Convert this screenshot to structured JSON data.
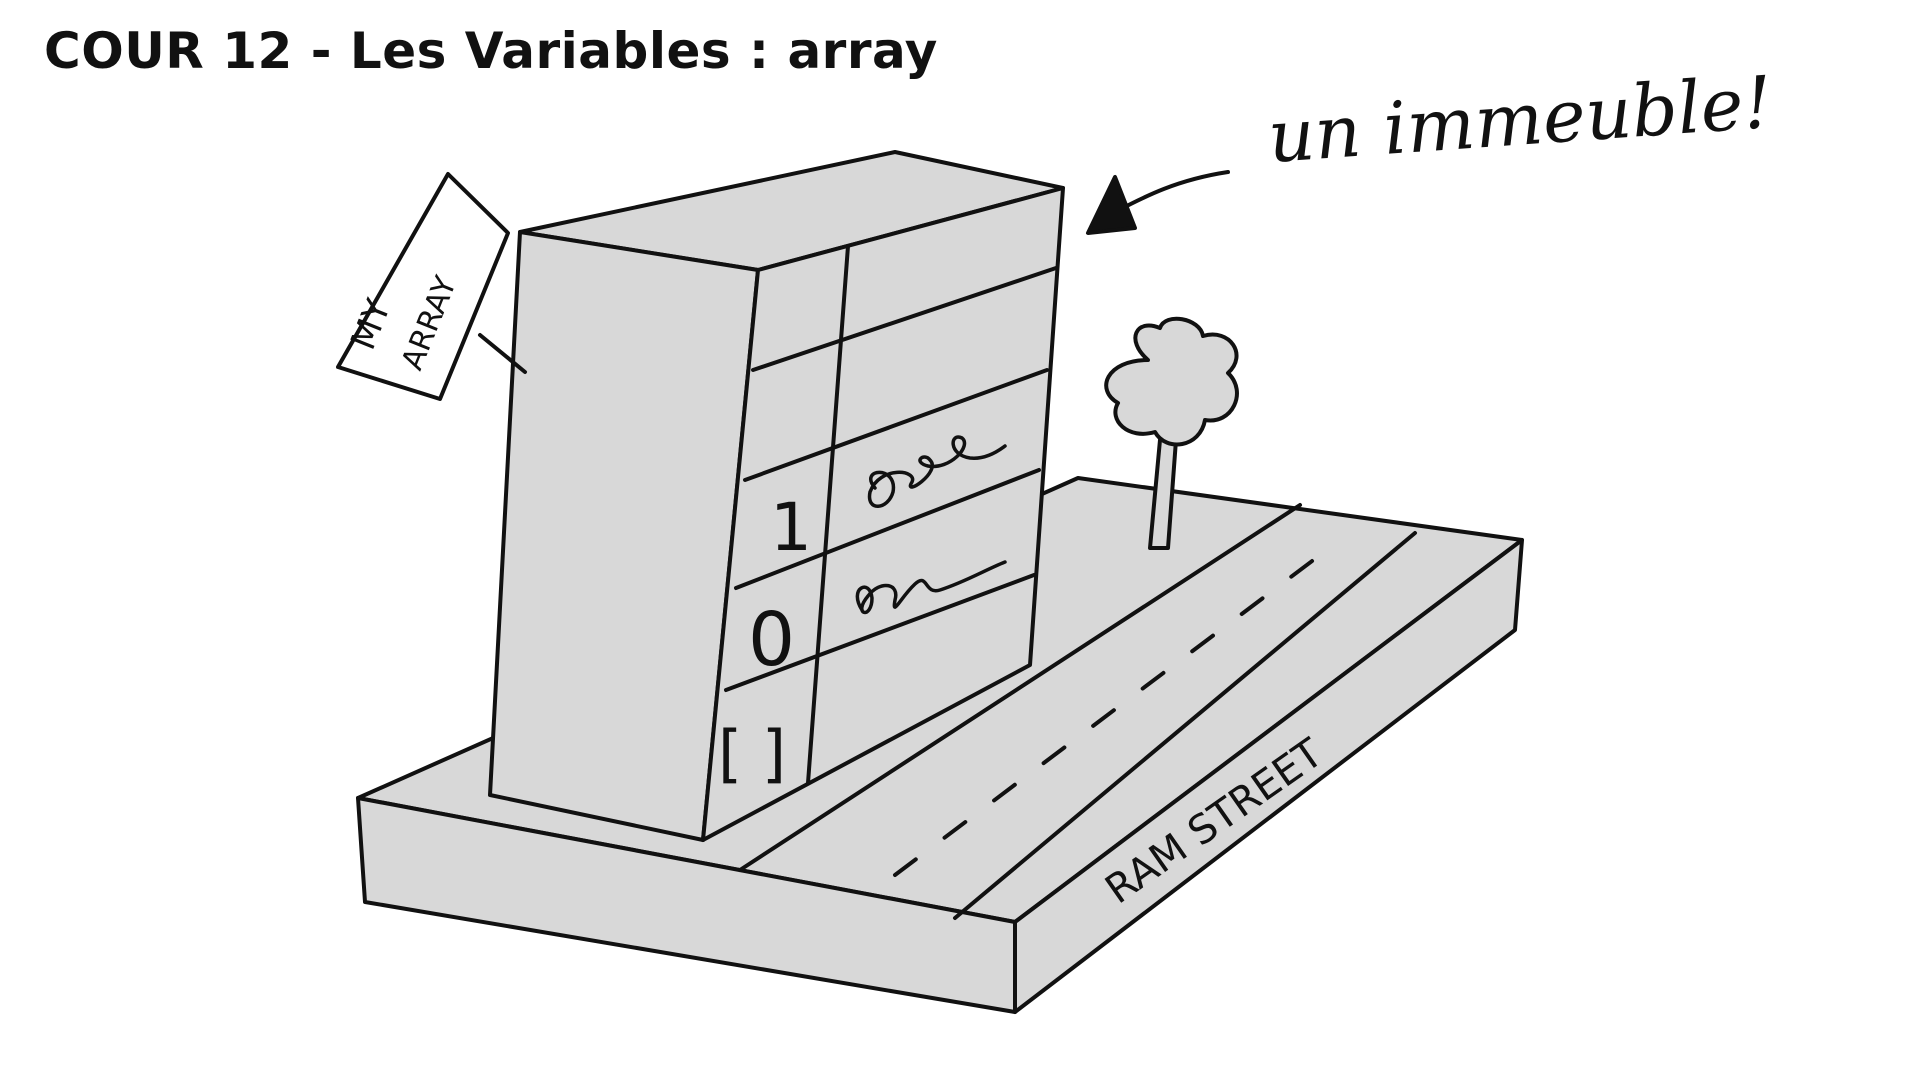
{
  "title": "COUR 12 - Les Variables : array",
  "annotation": "un immeuble!",
  "flag_label_line1": "MY",
  "flag_label_line2": "ARRAY",
  "street_label": "RAM STREET",
  "building": {
    "index_labels": [
      "1",
      "0",
      "[ ]"
    ]
  },
  "colors": {
    "fill": "#d8d8d8",
    "stroke": "#111111",
    "background": "#ffffff"
  }
}
